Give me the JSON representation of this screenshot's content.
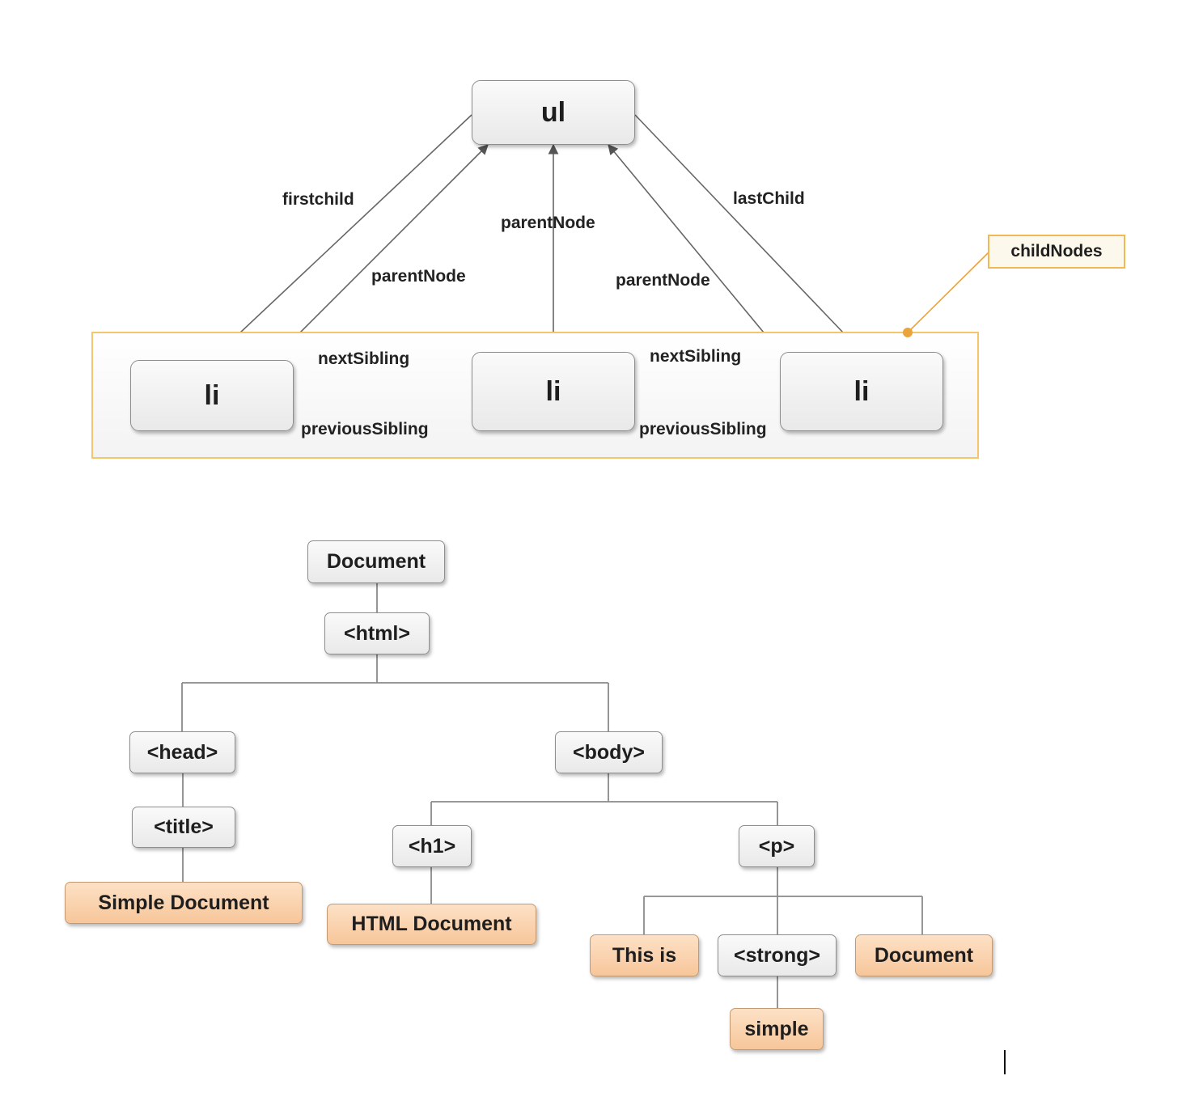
{
  "sibling_diagram": {
    "nodes": {
      "ul": "ul",
      "li_first": "li",
      "li_middle": "li",
      "li_last": "li"
    },
    "labels": {
      "firstchild": "firstchild",
      "lastchild": "lastChild",
      "parentnode_left": "parentNode",
      "parentnode_middle": "parentNode",
      "parentnode_right": "parentNode",
      "nextsibling_1": "nextSibling",
      "nextsibling_2": "nextSibling",
      "previoussibling_1": "previousSibling",
      "previoussibling_2": "previousSibling"
    },
    "callout": "childNodes",
    "colors": {
      "group_border": "#f3c66c",
      "callout_line": "#e9a53c"
    }
  },
  "tree_diagram": {
    "nodes": {
      "document": "Document",
      "html": "<html>",
      "head": "<head>",
      "body": "<body>",
      "title": "<title>",
      "title_text": "Simple Document",
      "h1": "<h1>",
      "h1_text": "HTML Document",
      "p": "<p>",
      "p_text_1": "This is",
      "strong": "<strong>",
      "p_text_2": "Document",
      "strong_text": "simple"
    },
    "colors": {
      "text_node": "#f9cfa8",
      "element_node": "#f0f0f0"
    }
  }
}
